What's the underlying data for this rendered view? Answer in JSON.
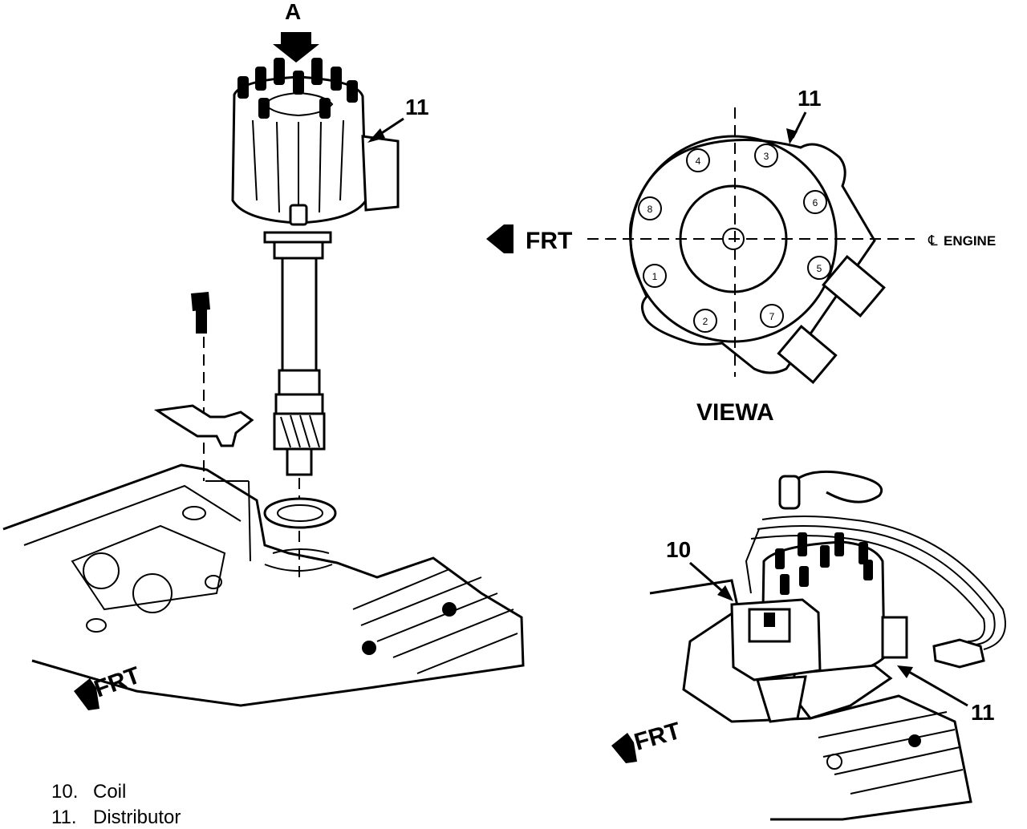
{
  "view_marker": "A",
  "view_title": "VIEWA",
  "engine_label": "ENGINE",
  "centerline_glyph": "℄",
  "callouts": {
    "distributor_main": "11",
    "distributor_view": "11",
    "coil": "10",
    "distributor_installed": "11"
  },
  "front_labels": {
    "view_a": "FRT",
    "main": "FRT",
    "installed": "FRT"
  },
  "terminal_numbers": [
    "4",
    "3",
    "8",
    "6",
    "1",
    "5",
    "2",
    "7"
  ],
  "legend": [
    {
      "number": "10.",
      "name": "Coil"
    },
    {
      "number": "11.",
      "name": "Distributor"
    }
  ]
}
